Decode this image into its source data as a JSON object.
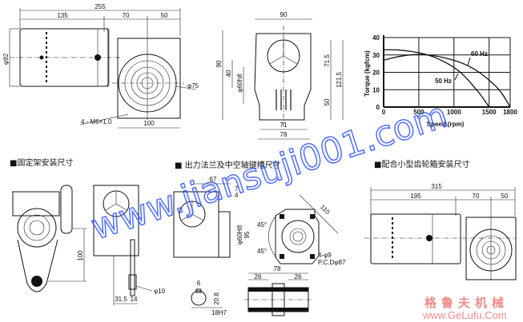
{
  "sections": {
    "bracket_title": "■固定架安装尺寸",
    "flange_title": "■ 出力法兰及中空轴键槽尺寸",
    "small_gearbox_title": "■配合小型齿轮箱安装尺寸"
  },
  "side_view": {
    "total": "255",
    "motor": "135",
    "mid": "70",
    "end": "50",
    "motor_dia": "φ92",
    "flange_dia": "φ75",
    "bolts": "4 - M6×1.0",
    "base": "100"
  },
  "front_view": {
    "width": "90",
    "height": "90",
    "h40": "40",
    "shaft": "φ60h8",
    "h71_5": "71.5",
    "h121_5": "121.5",
    "h50": "50",
    "w71": "71",
    "w78": "78"
  },
  "bracket": {
    "arm": "100",
    "hole": "φ10",
    "d31_5": "31.5",
    "d14": "14"
  },
  "flange": {
    "d67": "67",
    "d7": "7",
    "d4": "4",
    "bore": "φ60H8",
    "d95": "95",
    "diag": "110",
    "ang1": "45°",
    "ang2": "45°",
    "holes": "4-φ9",
    "pcd": "P.C.Dφ87",
    "len78": "78",
    "l26a": "26",
    "l26b": "26",
    "key6": "6",
    "key20_8": "20.8",
    "key18": "18H7"
  },
  "small_gearbox": {
    "total": "315",
    "motor": "195",
    "mid": "70",
    "end": "50"
  },
  "watermark": "www.jiansuji001.com",
  "logo": {
    "cn": "格鲁夫机械",
    "url": "www.GeLufu.Com"
  },
  "chart_data": {
    "type": "line",
    "xlabel": "Speed (rpm)",
    "ylabel": "Torque (kgfcm)",
    "xlim": [
      0,
      1800
    ],
    "ylim": [
      0,
      40
    ],
    "xticks": [
      "0",
      "500",
      "1000",
      "1500",
      "1800"
    ],
    "yticks": [
      "0",
      "10",
      "20",
      "30",
      "40"
    ],
    "grid": true,
    "series": [
      {
        "name": "60 Hz",
        "x": [
          0,
          250,
          500,
          750,
          1000,
          1200,
          1400,
          1600,
          1700,
          1800
        ],
        "y": [
          27,
          29.5,
          30.5,
          29.5,
          27,
          24,
          19,
          12,
          7,
          0
        ]
      },
      {
        "name": "50 Hz",
        "x": [
          0,
          200,
          400,
          600,
          800,
          1000,
          1150,
          1300,
          1400,
          1500
        ],
        "y": [
          33,
          33,
          32,
          30.5,
          27.5,
          23,
          18,
          11,
          6,
          0
        ]
      }
    ]
  }
}
